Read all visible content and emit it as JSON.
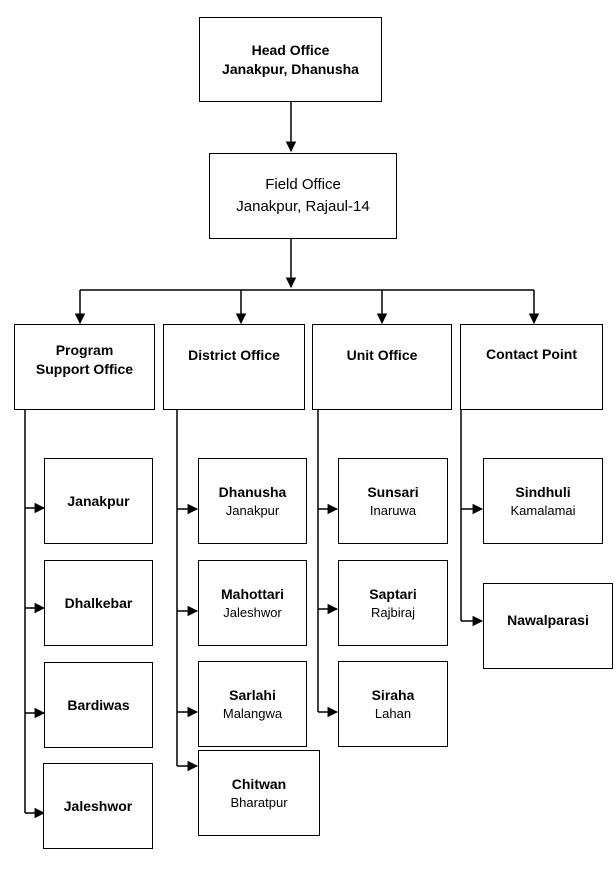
{
  "head_office": {
    "line1": "Head Office",
    "line2": "Janakpur, Dhanusha"
  },
  "field_office": {
    "line1": "Field Office",
    "line2": "Janakpur, Rajaul-14"
  },
  "categories": [
    {
      "line1": "Program",
      "line2": "Support Office"
    },
    {
      "line1": "District Office"
    },
    {
      "line1": "Unit Office"
    },
    {
      "line1": "Contact Point"
    }
  ],
  "program_support": [
    "Janakpur",
    "Dhalkebar",
    "Bardiwas",
    "Jaleshwor"
  ],
  "district": [
    {
      "name": "Dhanusha",
      "place": "Janakpur"
    },
    {
      "name": "Mahottari",
      "place": "Jaleshwor"
    },
    {
      "name": "Sarlahi",
      "place": "Malangwa"
    },
    {
      "name": "Chitwan",
      "place": "Bharatpur"
    }
  ],
  "unit": [
    {
      "name": "Sunsari",
      "place": "Inaruwa"
    },
    {
      "name": "Saptari",
      "place": "Rajbiraj"
    },
    {
      "name": "Siraha",
      "place": "Lahan"
    }
  ],
  "contact": [
    {
      "name": "Sindhuli",
      "place": "Kamalamai"
    },
    {
      "name": "Nawalparasi"
    }
  ]
}
